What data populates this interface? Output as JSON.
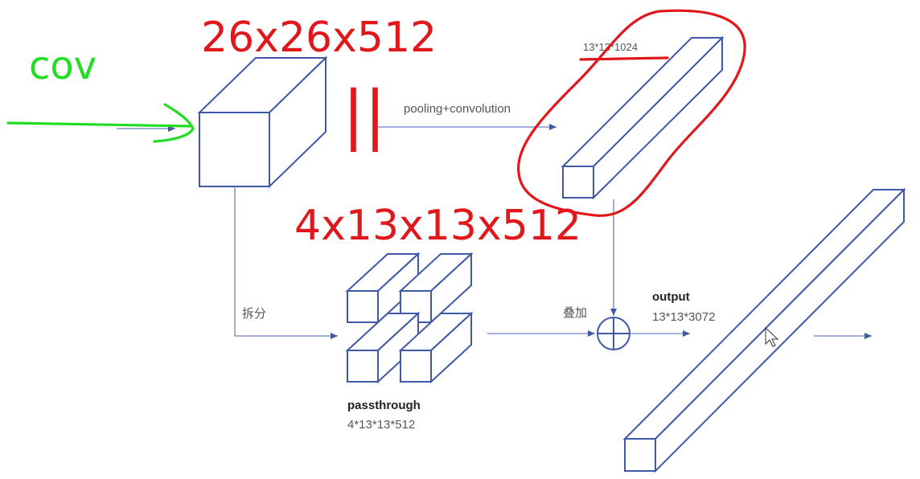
{
  "labels": {
    "pooling_conv": "pooling+convolution",
    "conv_out_dims": "13*13*1024",
    "split": "拆分",
    "merge": "叠加",
    "passthrough_title": "passthrough",
    "passthrough_dims": "4*13*13*512",
    "output_title": "output",
    "output_dims": "13*13*3072"
  },
  "annotations": {
    "input_dims": "26x26x512",
    "equals": "||",
    "passthrough_dims": "4x13x13x512",
    "conv_word": "cov"
  },
  "colors": {
    "diagram_blue": "#3f58a8",
    "annotation_red": "#e0181c",
    "annotation_green": "#22dd22"
  }
}
